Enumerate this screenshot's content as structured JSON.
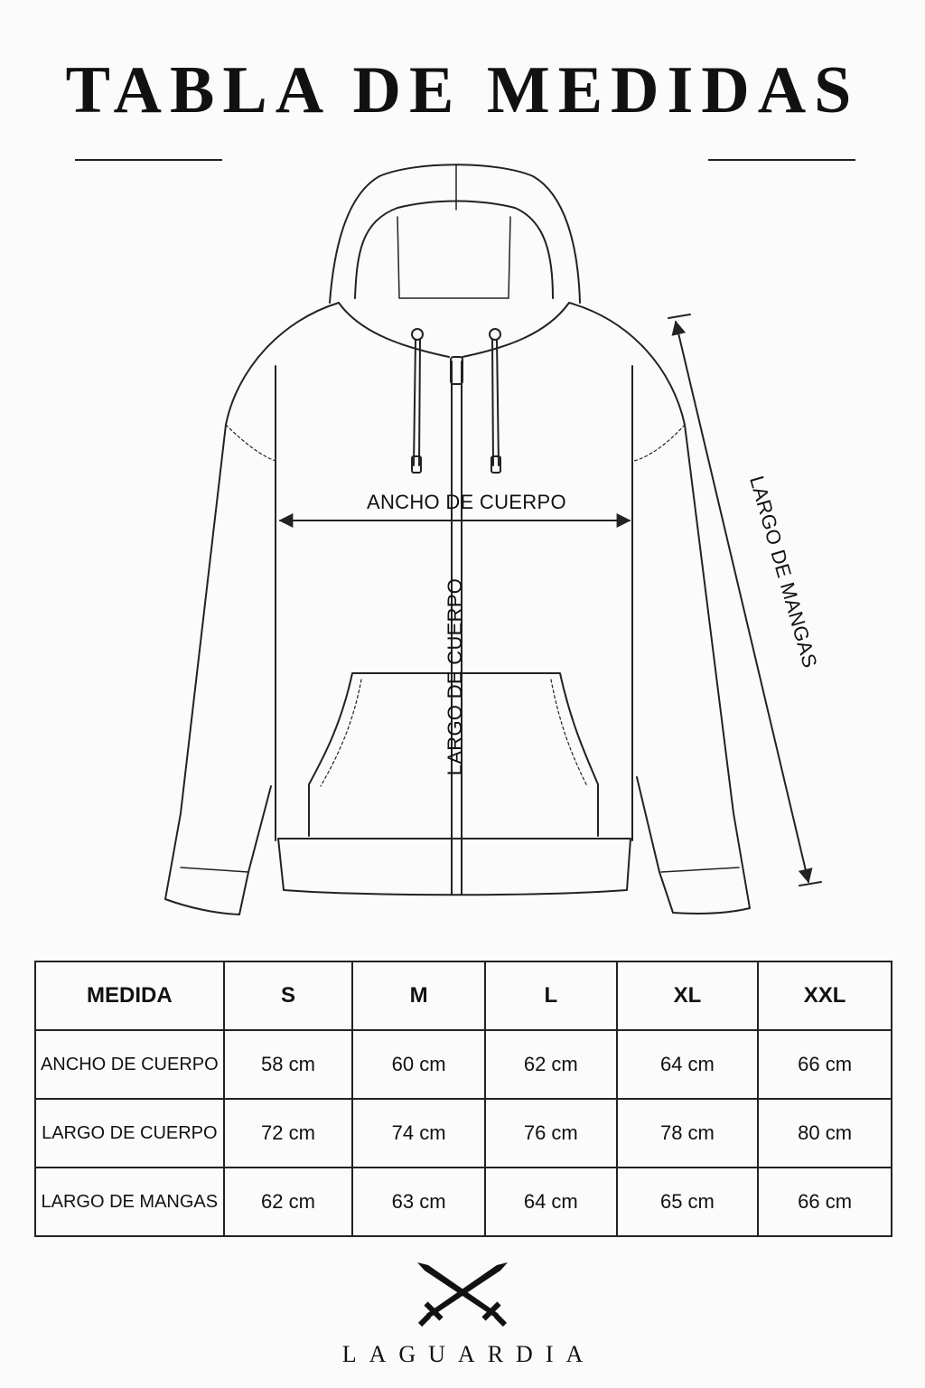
{
  "title": "TABLA DE MEDIDAS",
  "diagram": {
    "labels": {
      "ancho_cuerpo": "ANCHO DE CUERPO",
      "largo_cuerpo": "LARGO DE CUERPO",
      "largo_mangas": "LARGO DE MANGAS"
    }
  },
  "table": {
    "headers": [
      "MEDIDA",
      "S",
      "M",
      "L",
      "XL",
      "XXL"
    ],
    "rows": [
      {
        "label": "ANCHO DE CUERPO",
        "values": [
          "58 cm",
          "60 cm",
          "62 cm",
          "64 cm",
          "66 cm"
        ]
      },
      {
        "label": "LARGO DE CUERPO",
        "values": [
          "72 cm",
          "74 cm",
          "76 cm",
          "78 cm",
          "80 cm"
        ]
      },
      {
        "label": "LARGO DE MANGAS",
        "values": [
          "62 cm",
          "63 cm",
          "64 cm",
          "65 cm",
          "66 cm"
        ]
      }
    ]
  },
  "brand": "LAGUARDIA",
  "logo_icon": "crossed-swords-icon"
}
